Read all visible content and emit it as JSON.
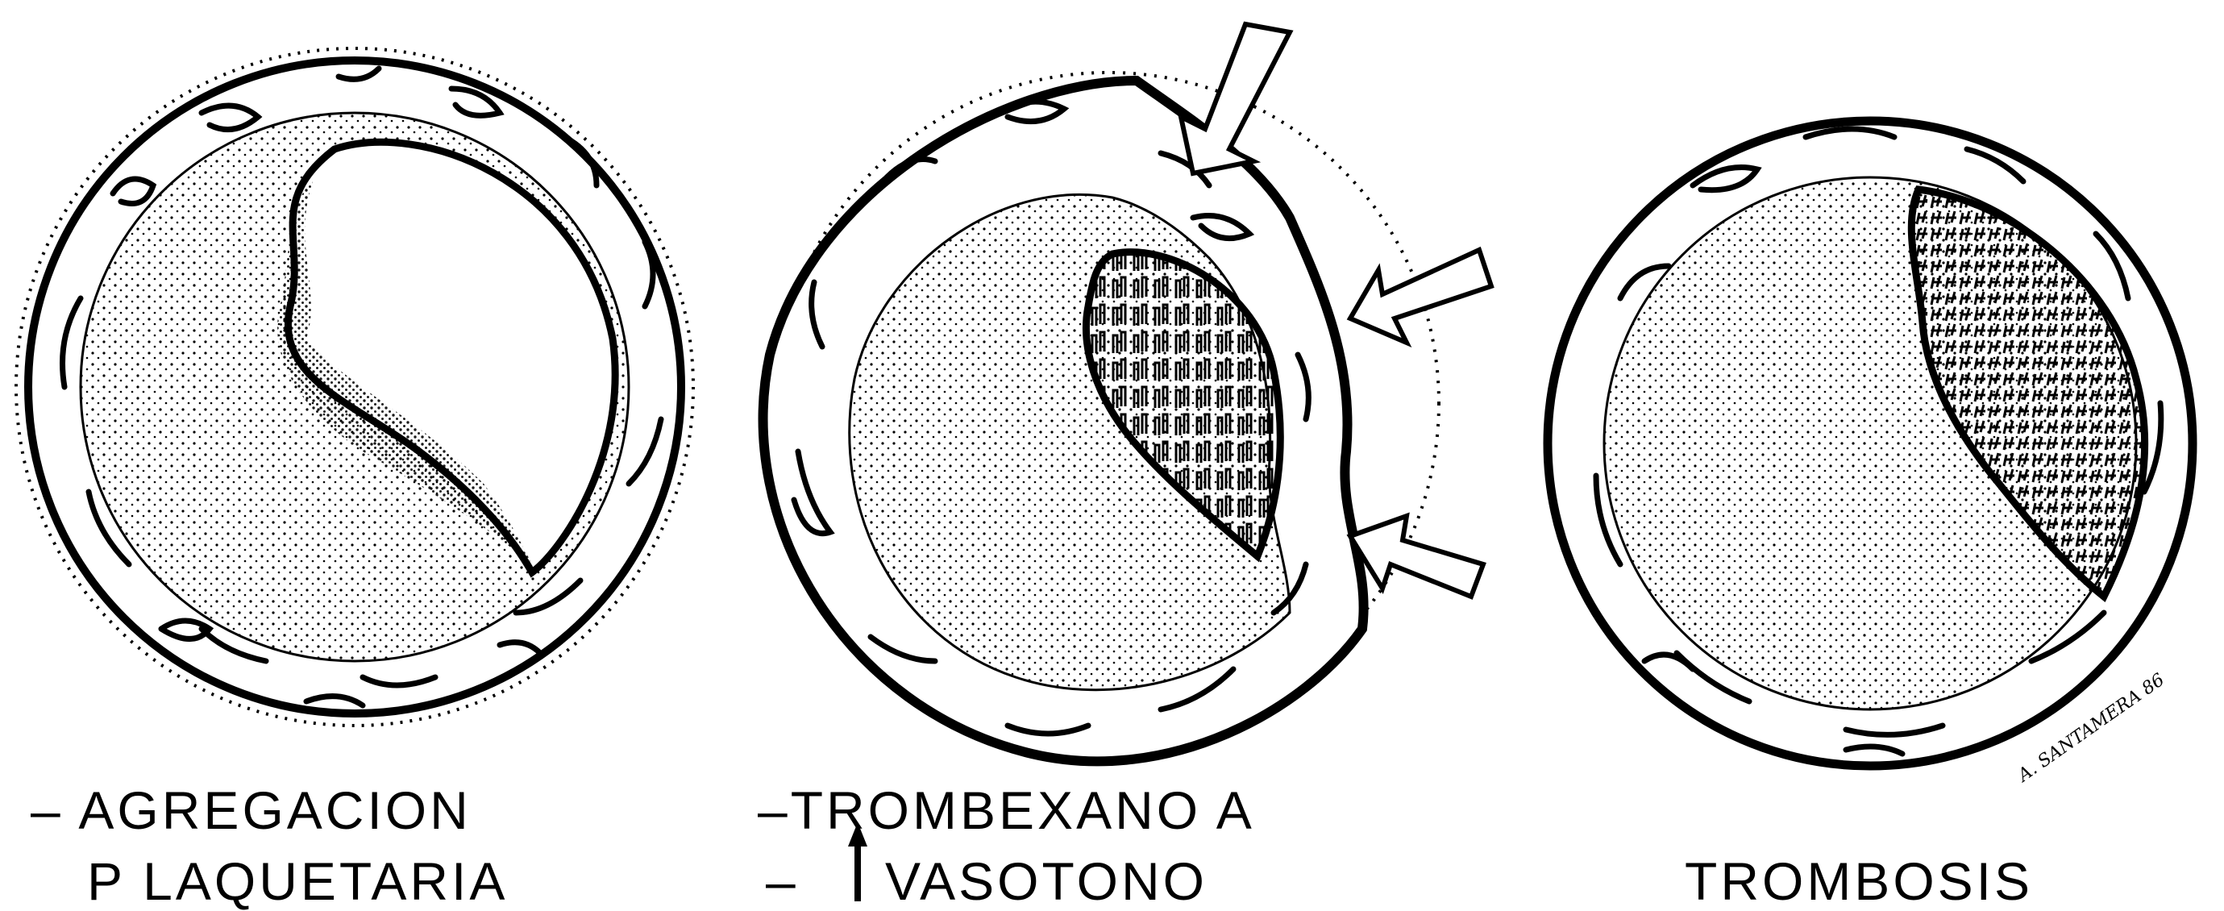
{
  "panels": [
    {
      "id": "agregacion",
      "caption_lines": [
        "– AGREGACION",
        "P LAQUETARIA"
      ]
    },
    {
      "id": "trombexano",
      "caption_lines": [
        "–TROMBEXANO  A",
        "–"
      ],
      "caption_arrow_text": "VASOTONO",
      "arrow_icon": "up-arrow-icon"
    },
    {
      "id": "trombosis",
      "caption_lines": [
        "TROMBOSIS"
      ]
    }
  ],
  "signature": "A. SANTAMERA 86",
  "icons": [
    "constriction-arrow-icon",
    "up-arrow-icon"
  ],
  "colors": {
    "ink": "#000000",
    "paper": "#ffffff"
  }
}
